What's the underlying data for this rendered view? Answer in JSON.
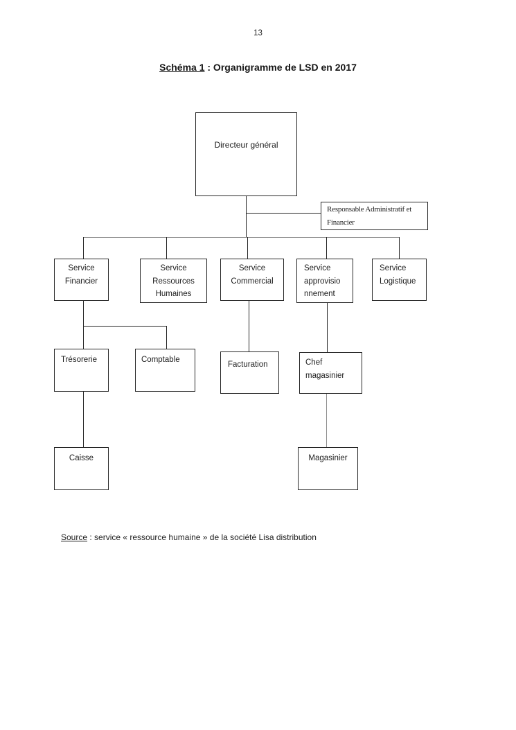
{
  "page_number": "13",
  "title": {
    "prefix": "Schéma 1",
    "rest": " : Organigramme de LSD en 2017"
  },
  "source": {
    "prefix": "Source",
    "rest": " : service « ressource humaine » de la société Lisa distribution"
  },
  "org_chart": {
    "nodes": {
      "dg": {
        "lines": [
          "Directeur général"
        ]
      },
      "raf": {
        "lines": [
          "Responsable Administratif et",
          "Financier"
        ]
      },
      "fin": {
        "lines": [
          "Service",
          "Financier"
        ]
      },
      "rh": {
        "lines": [
          "Service",
          "Ressources",
          "Humaines"
        ]
      },
      "com": {
        "lines": [
          "Service",
          "Commercial"
        ]
      },
      "appro": {
        "lines": [
          "Service",
          "approvisio",
          "nnement"
        ]
      },
      "log": {
        "lines": [
          "Service",
          "Logistique"
        ]
      },
      "tres": {
        "lines": [
          "Trésorerie"
        ]
      },
      "compt": {
        "lines": [
          "Comptable"
        ]
      },
      "fact": {
        "lines": [
          "Facturation"
        ]
      },
      "chef": {
        "lines": [
          "Chef",
          "magasinier"
        ]
      },
      "caisse": {
        "lines": [
          "Caisse"
        ]
      },
      "mag": {
        "lines": [
          "Magasinier"
        ]
      }
    },
    "edges": [
      {
        "from": "Directeur général",
        "to": "Responsable Administratif et Financier"
      },
      {
        "from": "Directeur général",
        "to": "Service Financier"
      },
      {
        "from": "Directeur général",
        "to": "Service Ressources Humaines"
      },
      {
        "from": "Directeur général",
        "to": "Service Commercial"
      },
      {
        "from": "Directeur général",
        "to": "Service approvisionnement"
      },
      {
        "from": "Directeur général",
        "to": "Service Logistique"
      },
      {
        "from": "Service Financier",
        "to": "Trésorerie"
      },
      {
        "from": "Service Financier",
        "to": "Comptable"
      },
      {
        "from": "Service Commercial",
        "to": "Facturation"
      },
      {
        "from": "Service approvisionnement",
        "to": "Chef magasinier"
      },
      {
        "from": "Trésorerie",
        "to": "Caisse"
      },
      {
        "from": "Chef magasinier",
        "to": "Magasinier"
      }
    ],
    "colors": {
      "line": "#262626",
      "line_gray": "#8f8f8f",
      "text": "#1c1c1c",
      "background": "#ffffff"
    }
  }
}
